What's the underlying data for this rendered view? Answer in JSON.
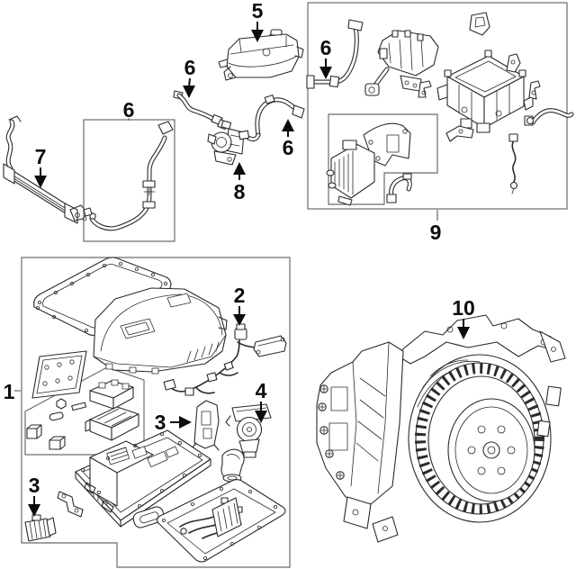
{
  "colors": {
    "bg": "#ffffff",
    "line": "#2b2b2b",
    "label": "#0d0d0d",
    "box": "#6b6b6b"
  },
  "diagram": {
    "callouts": {
      "c1": "1",
      "c2": "2",
      "c3a": "3",
      "c3b": "3",
      "c4": "4",
      "c5": "5",
      "c6_box": "6",
      "c6_a": "6",
      "c6_b": "6",
      "c6_inv": "6",
      "c7": "7",
      "c8": "8",
      "c9": "9",
      "c10": "10"
    }
  }
}
